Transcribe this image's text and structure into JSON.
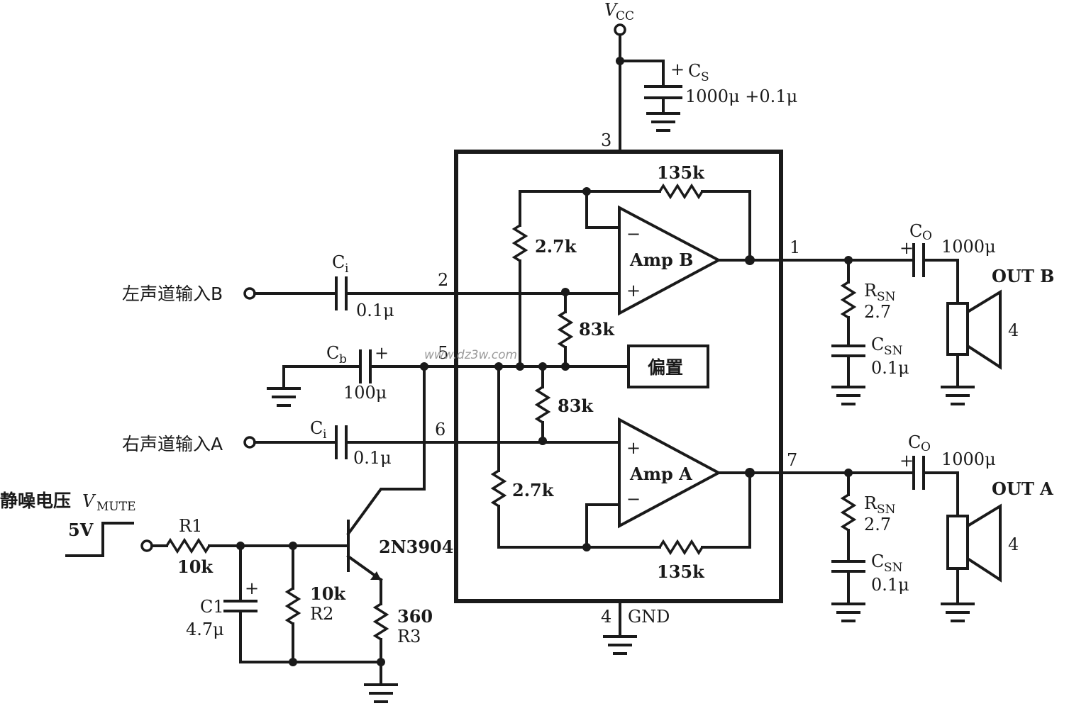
{
  "vcc": {
    "main": "V",
    "sub": "CC"
  },
  "cs": {
    "name": "C",
    "sub": "S",
    "value": "1000μ +0.1μ",
    "polarity": "+"
  },
  "pins": {
    "p1": "1",
    "p2": "2",
    "p3": "3",
    "p4": "4",
    "p5": "5",
    "p6": "6",
    "p7": "7"
  },
  "gnd_label": "GND",
  "amp_b": {
    "label": "Amp B",
    "minus": "−",
    "plus": "+"
  },
  "amp_a": {
    "label": "Amp A",
    "minus": "−",
    "plus": "+"
  },
  "bias_label": "偏置",
  "r_fb_b": "135k",
  "r_fb_a": "135k",
  "r_in_b": "2.7k",
  "r_in_a": "2.7k",
  "r_bias_top": "83k",
  "r_bias_bot": "83k",
  "input_b": {
    "label": "左声道输入B",
    "cap_name": "C",
    "cap_sub": "i",
    "cap_value": "0.1μ"
  },
  "input_a": {
    "label": "右声道输入A",
    "cap_name": "C",
    "cap_sub": "i",
    "cap_value": "0.1μ"
  },
  "cb": {
    "name": "C",
    "sub": "b",
    "value": "100μ",
    "polarity": "+"
  },
  "out_b": {
    "co_name": "C",
    "co_sub": "O",
    "co_value": "1000μ",
    "co_polarity": "+",
    "rsn_name": "R",
    "rsn_sub": "SN",
    "rsn_value": "2.7",
    "csn_name": "C",
    "csn_sub": "SN",
    "csn_value": "0.1μ",
    "label": "OUT B",
    "speaker_ohms": "4"
  },
  "out_a": {
    "co_name": "C",
    "co_sub": "O",
    "co_value": "1000μ",
    "co_polarity": "+",
    "rsn_name": "R",
    "rsn_sub": "SN",
    "rsn_value": "2.7",
    "csn_name": "C",
    "csn_sub": "SN",
    "csn_value": "0.1μ",
    "label": "OUT A",
    "speaker_ohms": "4"
  },
  "mute": {
    "label": "静噪电压",
    "v_main": "V",
    "v_sub": "MUTE",
    "step": "5V",
    "r1_name": "R1",
    "r1_value": "10k",
    "c1_name": "C1",
    "c1_value": "4.7μ",
    "c1_polarity": "+",
    "r2_name": "R2",
    "r2_value": "10k",
    "r3_name": "R3",
    "r3_value": "360",
    "transistor": "2N3904"
  },
  "watermark": "www.dz3w.com"
}
